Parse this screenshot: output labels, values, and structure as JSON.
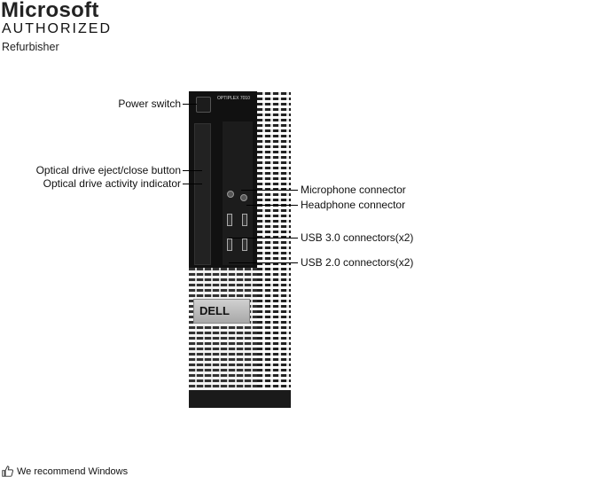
{
  "branding": {
    "line1": "Microsoft",
    "line2": "AUTHORIZED",
    "line3": "Refurbisher"
  },
  "product": {
    "model_text": "OPTIPLEX 7010",
    "badge": "DELL"
  },
  "callouts": {
    "power_switch": "Power switch",
    "eject": "Optical drive eject/close button",
    "activity": "Optical drive activity indicator",
    "microphone": "Microphone connector",
    "headphone": "Headphone connector",
    "usb3": "USB 3.0 connectors(x2)",
    "usb2": "USB 2.0 connectors(x2)"
  },
  "footer": {
    "icon": "thumbs-up-icon",
    "text": "We recommend Windows"
  }
}
